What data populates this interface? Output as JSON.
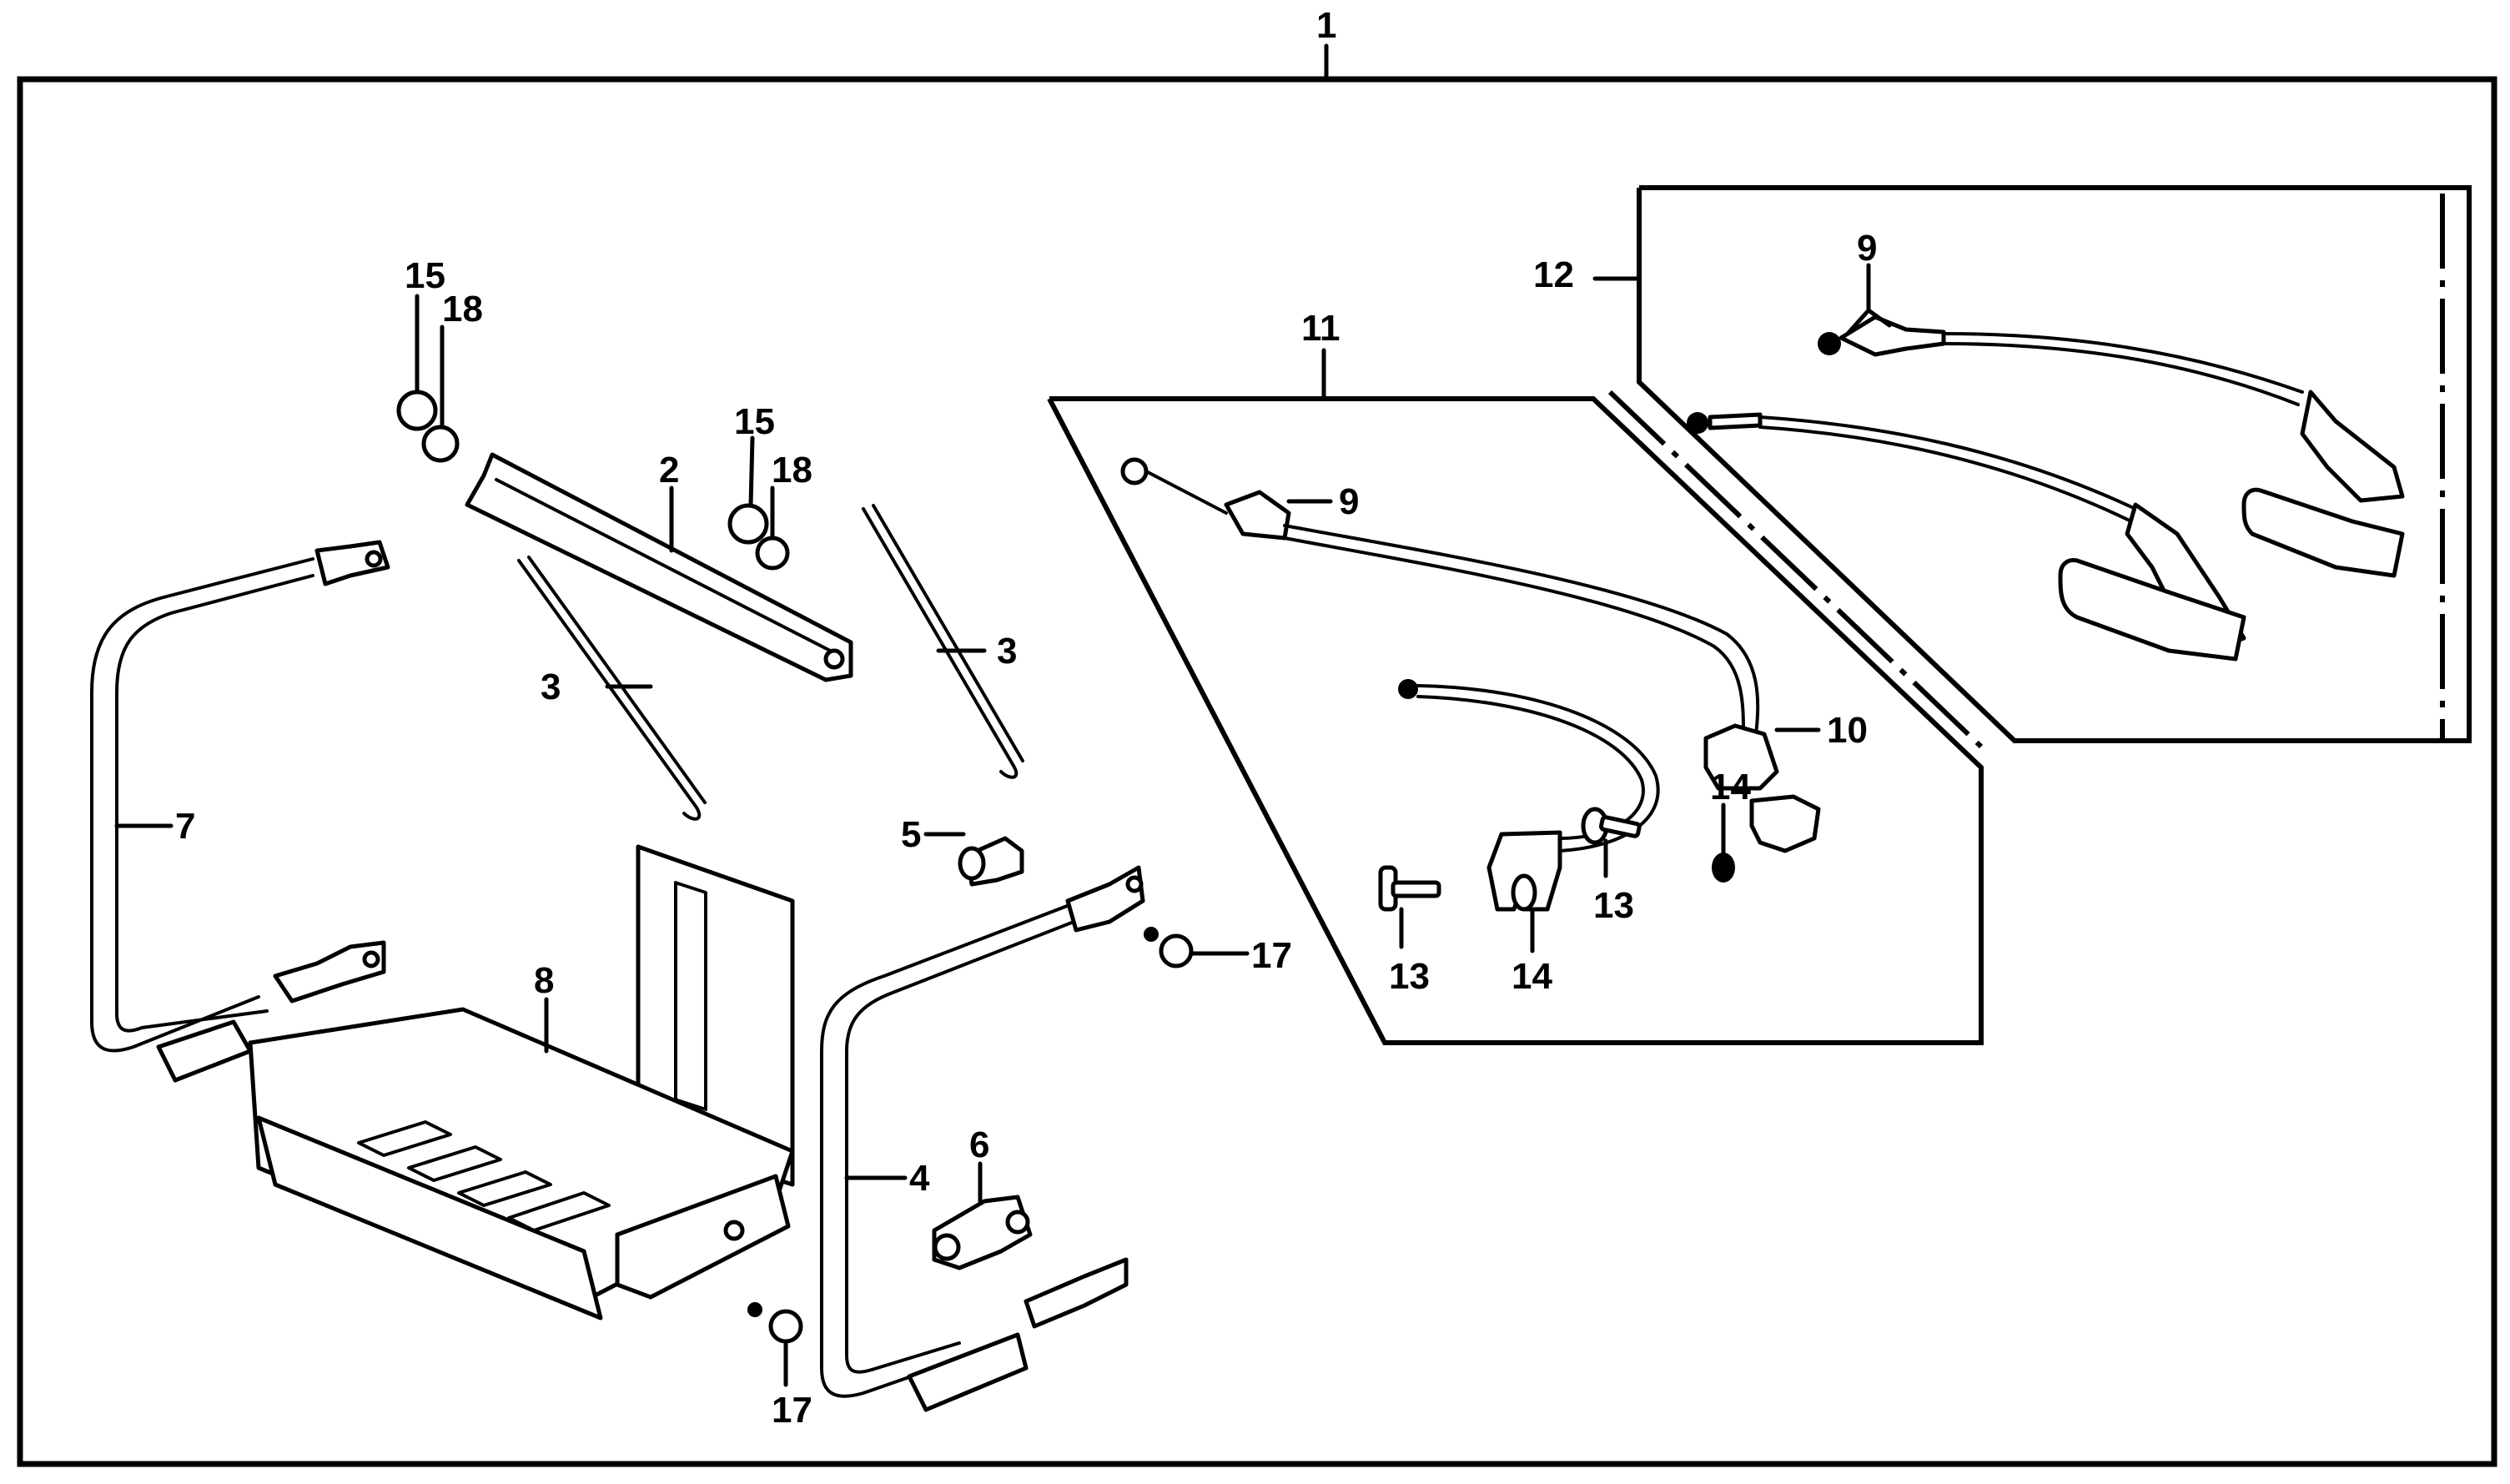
{
  "diagram": {
    "title": "Battery tray / battery cable / jumper cable exploded parts diagram",
    "labels": {
      "assembly": "1",
      "holder_plate": "2",
      "hold_down_rod_left": "3",
      "hold_down_rod_right": "3",
      "bracket_right": "4",
      "clamp_upper": "5",
      "clamp_lower": "6",
      "bracket_left": "7",
      "battery_tray": "8",
      "cable_terminal_box11": "9",
      "cable_terminal_box12": "9",
      "terminal_cover": "10",
      "battery_cable_set": "11",
      "jumper_cable_set": "12",
      "bolt_left": "13",
      "bolt_right": "13",
      "nut_left": "14",
      "nut_right": "14",
      "nut_a": "15",
      "nut_b": "15",
      "washer_a": "18",
      "washer_b": "18",
      "bolt_17_upper": "17",
      "bolt_17_lower": "17"
    }
  }
}
